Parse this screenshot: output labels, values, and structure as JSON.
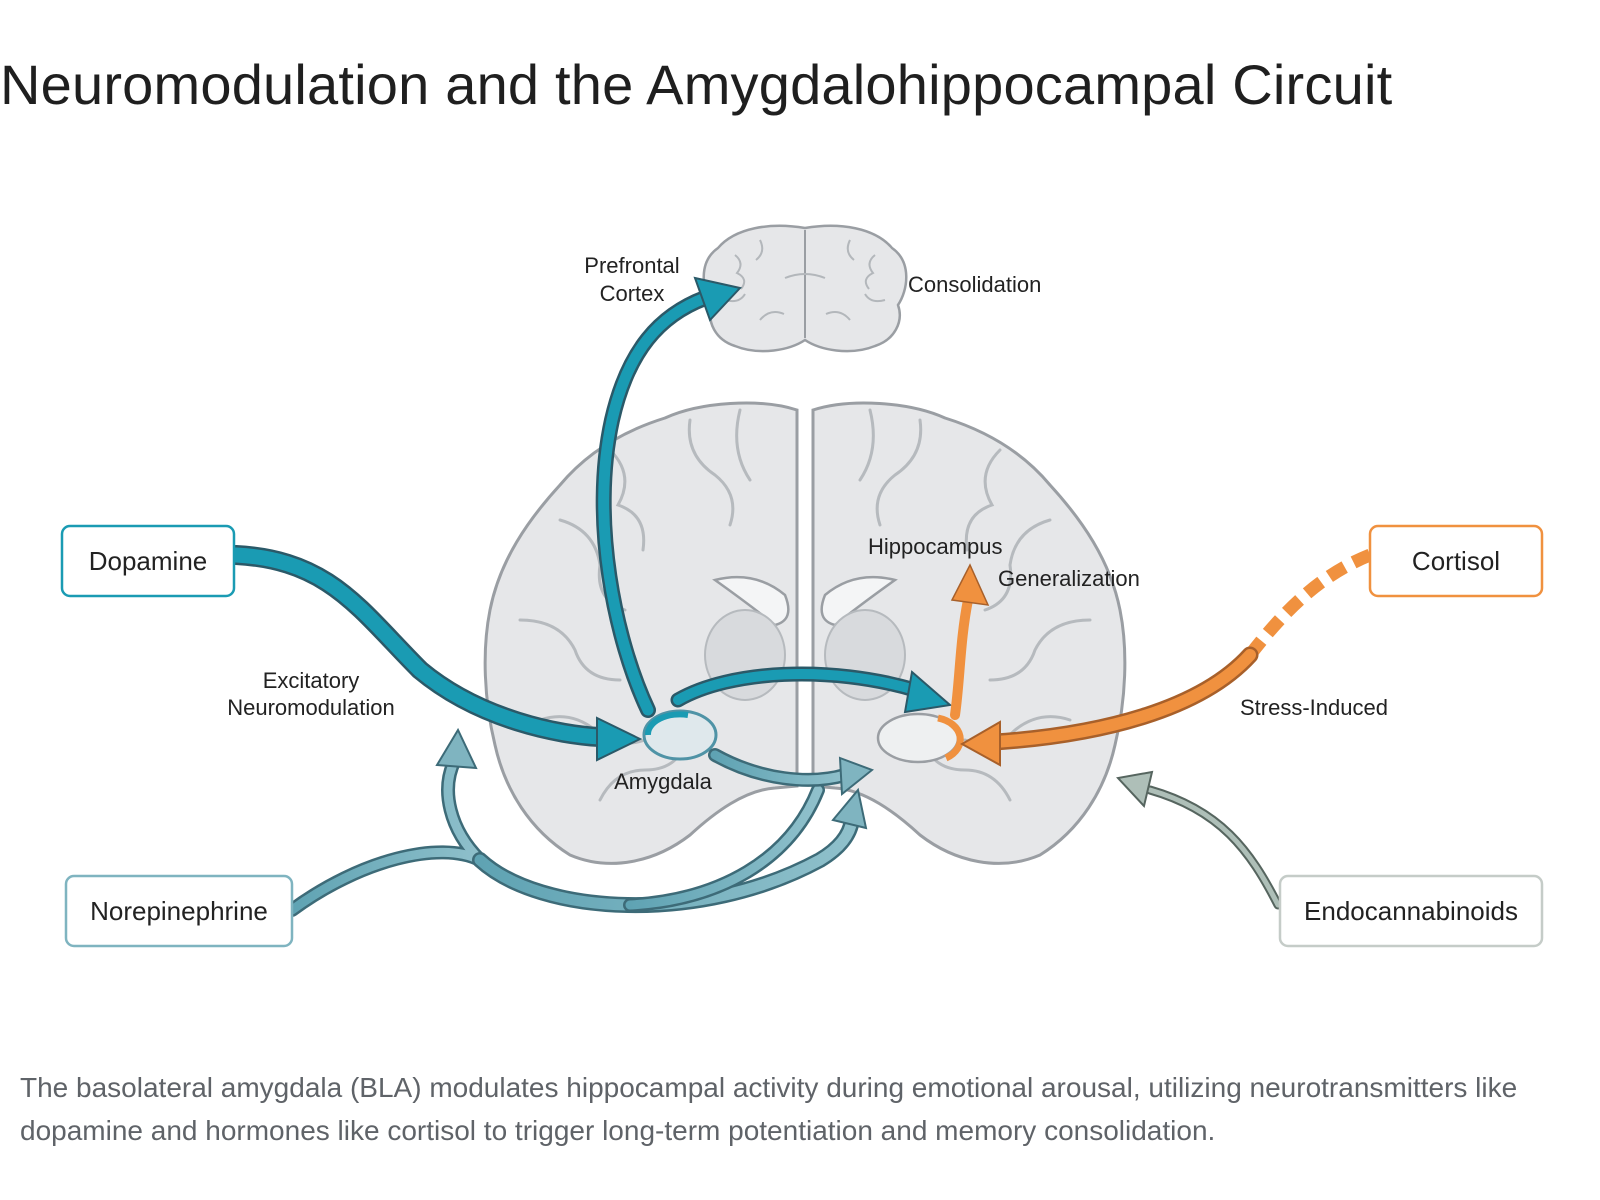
{
  "title": "Neuromodulation and the Amygdalohippocampal Circuit",
  "diagram": {
    "nodes": {
      "dopamine": "Dopamine",
      "norepinephrine": "Norepinephrine",
      "cortisol": "Cortisol",
      "endocannabinoids": "Endocannabinoids"
    },
    "regions": {
      "prefrontal_line1": "Prefrontal",
      "prefrontal_line2": "Cortex",
      "amygdala": "Amygdala",
      "hippocampus": "Hippocampus"
    },
    "edge_labels": {
      "consolidation": "Consolidation",
      "excitatory_line1": "Excitatory",
      "excitatory_line2": "Neuromodulation",
      "generalization": "Generalization",
      "stress_induced": "Stress-Induced"
    },
    "colors": {
      "dopamine": "#1a9bb3",
      "norepinephrine": "#7fb4c0",
      "cortisol": "#f0913f",
      "endocannabinoids": "#aebfb8",
      "brain_fill": "#e6e7e9",
      "brain_stroke": "#9a9ea3"
    }
  },
  "caption": "The basolateral amygdala (BLA) modulates hippocampal activity during emotional arousal, utilizing neurotransmitters like dopamine and hormones like cortisol to trigger long-term potentiation and memory consolidation."
}
